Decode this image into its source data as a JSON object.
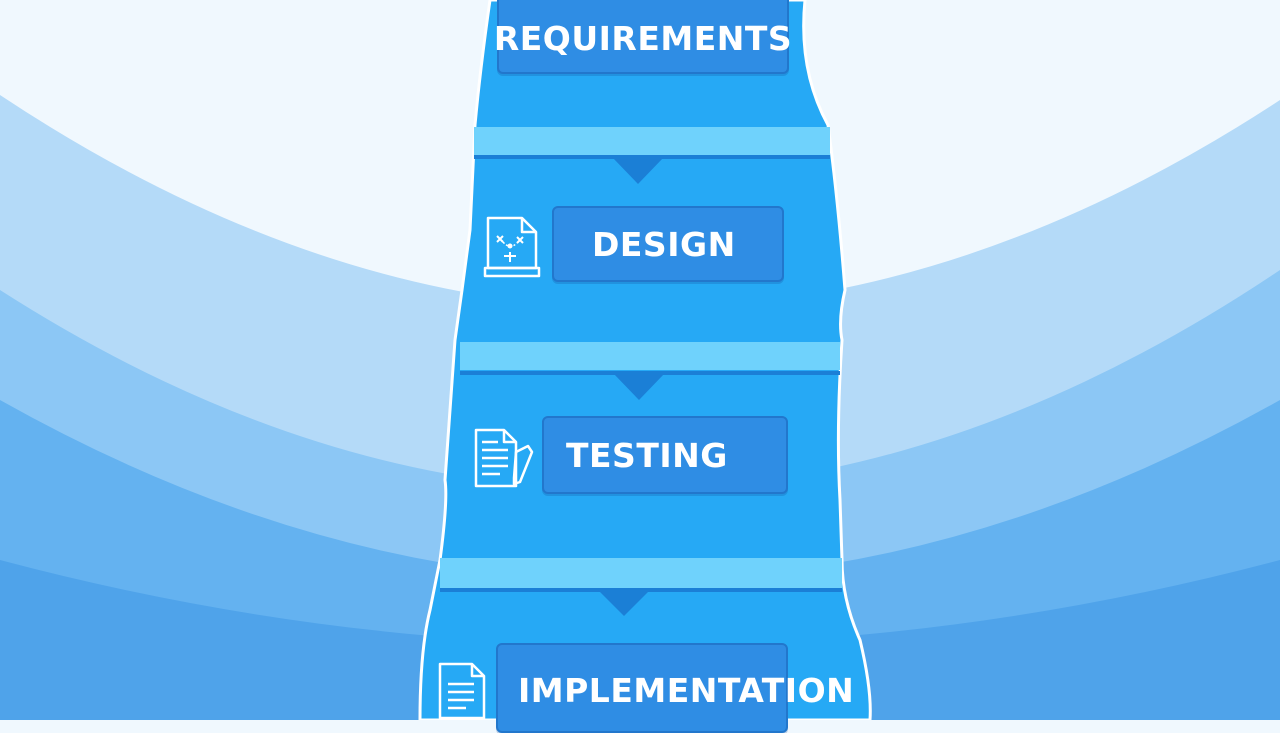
{
  "stages": [
    {
      "label": "REQUIREMENTS",
      "icon": "none"
    },
    {
      "label": "DESIGN",
      "icon": "blueprint-document-icon"
    },
    {
      "label": "TESTING",
      "icon": "checklist-document-icon"
    },
    {
      "label": "IMPLEMENTATION",
      "icon": "document-icon"
    }
  ],
  "colors": {
    "background": "#f0f8fe",
    "column": "#26a9f5",
    "band": "#6fd2fc",
    "label_fill": "#2f8de4",
    "label_border": "#2277cc",
    "text": "#ffffff"
  }
}
